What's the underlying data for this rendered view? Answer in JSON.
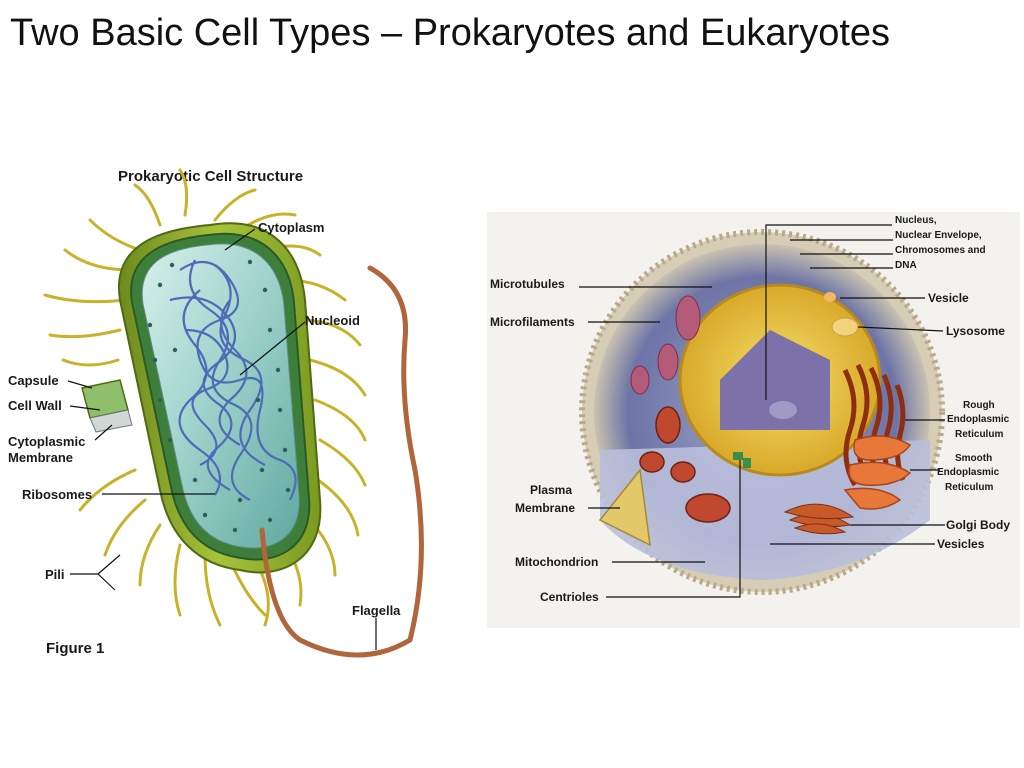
{
  "slide": {
    "title": "Two Basic Cell Types – Prokaryotes and Eukaryotes"
  },
  "prokaryote": {
    "heading": "Prokaryotic Cell Structure",
    "labels": {
      "cytoplasm": "Cytoplasm",
      "nucleoid": "Nucleoid",
      "capsule": "Capsule",
      "cell_wall": "Cell Wall",
      "cytoplasmic_membrane_1": "Cytoplasmic",
      "cytoplasmic_membrane_2": "Membrane",
      "ribosomes": "Ribosomes",
      "pili": "Pili",
      "flagella": "Flagella"
    },
    "figure_caption": "Figure 1"
  },
  "eukaryote": {
    "labels": {
      "nucleus_1": "Nucleus,",
      "nucleus_2": "Nuclear Envelope,",
      "nucleus_3": "Chromosomes and",
      "nucleus_4": "DNA",
      "microtubules": "Microtubules",
      "microfilaments": "Microfilaments",
      "vesicle": "Vesicle",
      "lysosome": "Lysosome",
      "rough_er_1": "Rough",
      "rough_er_2": "Endoplasmic",
      "rough_er_3": "Reticulum",
      "smooth_er_1": "Smooth",
      "smooth_er_2": "Endoplasmic",
      "smooth_er_3": "Reticulum",
      "plasma_membrane_1": "Plasma",
      "plasma_membrane_2": "Membrane",
      "golgi_body": "Golgi Body",
      "vesicles": "Vesicles",
      "mitochondrion": "Mitochondrion",
      "centrioles": "Centrioles"
    }
  }
}
